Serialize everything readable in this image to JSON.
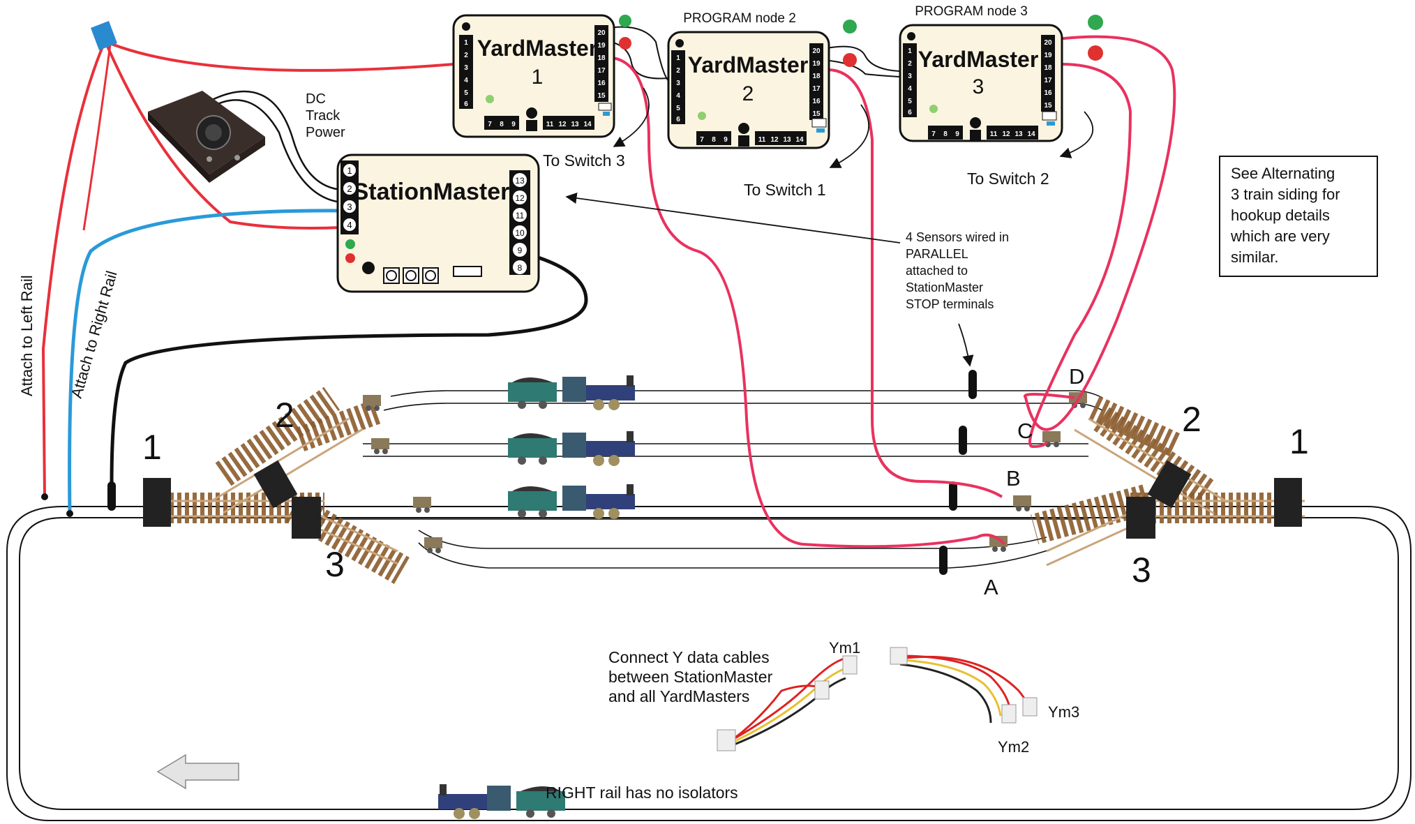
{
  "modules": {
    "yard1": {
      "title": "YardMaster",
      "number": "1"
    },
    "yard2": {
      "program": "PROGRAM node 2",
      "title": "YardMaster",
      "number": "2"
    },
    "yard3": {
      "program": "PROGRAM node 3",
      "title": "YardMaster",
      "number": "3"
    },
    "station": {
      "title": "StationMaster"
    }
  },
  "labels": {
    "dc_track_power": [
      "DC",
      "Track",
      "Power"
    ],
    "to_switch_3": "To Switch 3",
    "to_switch_1": "To Switch 1",
    "to_switch_2": "To Switch 2",
    "attach_left": "Attach to Left Rail",
    "attach_right": "Attach to Right Rail",
    "sensors_note": [
      "4 Sensors wired in",
      "PARALLEL",
      "attached to",
      "StationMaster",
      "STOP terminals"
    ],
    "see_note": [
      "See Alternating",
      "3 train siding for",
      "hookup details",
      "which are very",
      "similar."
    ],
    "connect_note": [
      "Connect Y data cables",
      "between StationMaster",
      "and all YardMasters"
    ],
    "right_rail_note": "RIGHT rail has no isolators",
    "ym1": "Ym1",
    "ym2": "Ym2",
    "ym3": "Ym3"
  },
  "switch_numbers": {
    "left_1": "1",
    "left_2": "2",
    "left_3": "3",
    "right_1": "1",
    "right_2": "2",
    "right_3": "3"
  },
  "sensor_letters": {
    "a": "A",
    "b": "B",
    "c": "C",
    "d": "D"
  },
  "terminals": {
    "yard_left": [
      "1",
      "2",
      "3",
      "4",
      "5",
      "6"
    ],
    "yard_right": [
      "20",
      "19",
      "18",
      "17",
      "16",
      "15"
    ],
    "yard_bottom_a": [
      "7",
      "8",
      "9"
    ],
    "yard_bottom_b": [
      "11",
      "12",
      "13",
      "14"
    ],
    "station_left": [
      "1",
      "2",
      "3",
      "4"
    ],
    "station_right": [
      "13",
      "12",
      "11",
      "10",
      "9",
      "8"
    ]
  },
  "colors": {
    "red_wire": "#e8303a",
    "pink_wire": "#e8325f",
    "blue_wire": "#2a9ad8",
    "black_wire": "#111111",
    "module_fill": "#fbf4e0",
    "led_green": "#2fa84f",
    "led_red": "#e03030",
    "arrow_fill": "#e4e4e4"
  },
  "icons": [
    "blue-rail-clip-icon",
    "dc-power-pack-icon",
    "locomotive-icon",
    "y-cable-icon",
    "direction-arrow-icon"
  ]
}
